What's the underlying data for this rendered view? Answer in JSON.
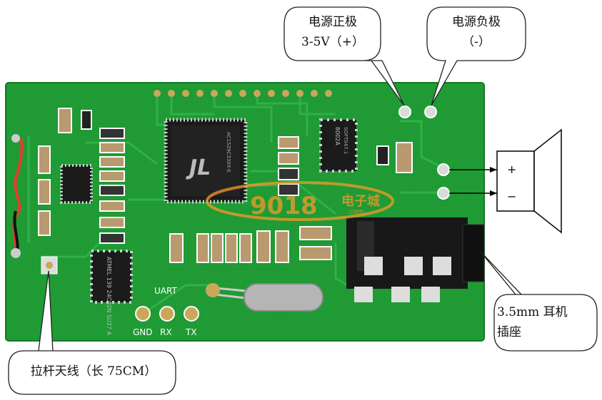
{
  "callouts": {
    "positive": {
      "line1": "电源正极",
      "line2": "3-5V（+）"
    },
    "negative": {
      "line1": "电源负极",
      "line2": "（-）"
    },
    "jack": {
      "line1": "3.5mm 耳机",
      "line2": "插座"
    },
    "antenna": {
      "line1": "拉杆天线（长 75CM）"
    }
  },
  "speaker": {
    "plus": "+",
    "minus": "−"
  },
  "board": {
    "pin_labels": {
      "gnd": "GND",
      "rx": "RX",
      "tx": "TX"
    },
    "uart": "UART",
    "chip_main": "JL",
    "chip_main_text": "AC1529C330X-E",
    "chip_eeprom": "ATMEL 139 24C02N SU27 A",
    "chip_amp": "8002A",
    "chip_amp_text": "SOFT047.1"
  },
  "watermark": {
    "number": "9018",
    "brand": "电子城",
    "domain": ".com"
  },
  "colors": {
    "pcb": "#1f9a34",
    "pcb_dark": "#137a26",
    "trace": "#32b04a",
    "callout_border": "#222222",
    "watermark": "#f39a2b"
  }
}
